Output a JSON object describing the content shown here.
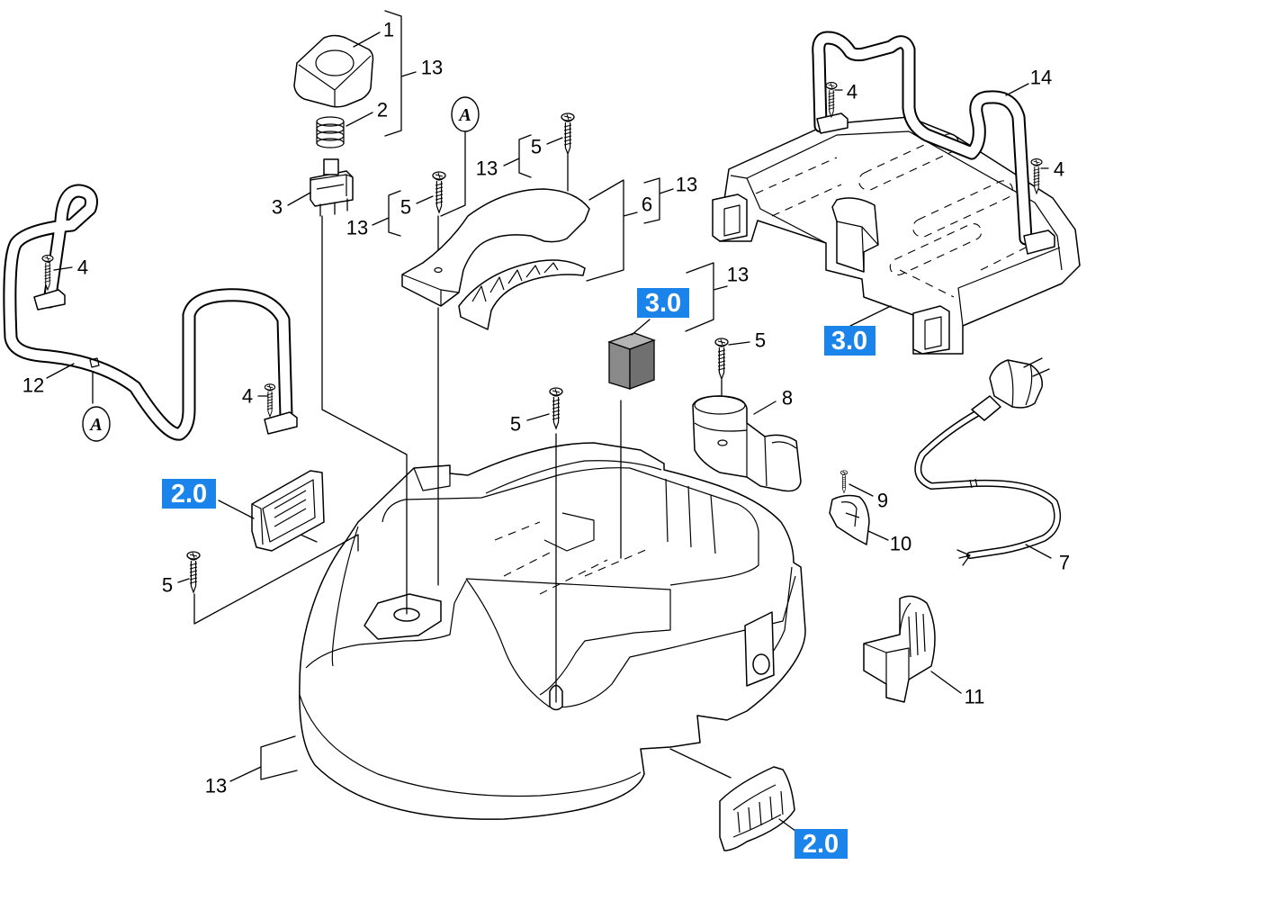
{
  "callouts": {
    "knob": "1",
    "knob_group": "13",
    "spring": "2",
    "switch": "3",
    "cover_screw_upper": "5",
    "cover_screw_upper_group": "13",
    "cover_screw_left": "5",
    "cover_screw_left_group": "13",
    "cover": "6",
    "cover_group": "13",
    "tray_screw_left": "4",
    "tray_handle": "14",
    "tray_screw_right": "4",
    "handle_screw_upper": "4",
    "handle": "12",
    "handle_screw_lower": "4",
    "filter_group": "13",
    "clamp_screw": "5",
    "clamp": "8",
    "housing_screw": "5",
    "cable_screw": "9",
    "strain_relief": "10",
    "power_cord": "7",
    "lower_screw": "5",
    "side_cover": "11",
    "housing_group": "13"
  },
  "markers": {
    "connection_top": "A",
    "connection_bottom": "A"
  },
  "assembly_refs": {
    "filter_ref": "3.0",
    "tray_ref": "3.0",
    "grille_left_ref": "2.0",
    "grille_bottom_ref": "2.0"
  },
  "colors": {
    "ref_box": "#1a84ea",
    "ref_text": "#ffffff",
    "line": "#000000",
    "filter_front": "#8a8a8a",
    "filter_top": "#b4b4b4",
    "filter_side": "#707070"
  }
}
